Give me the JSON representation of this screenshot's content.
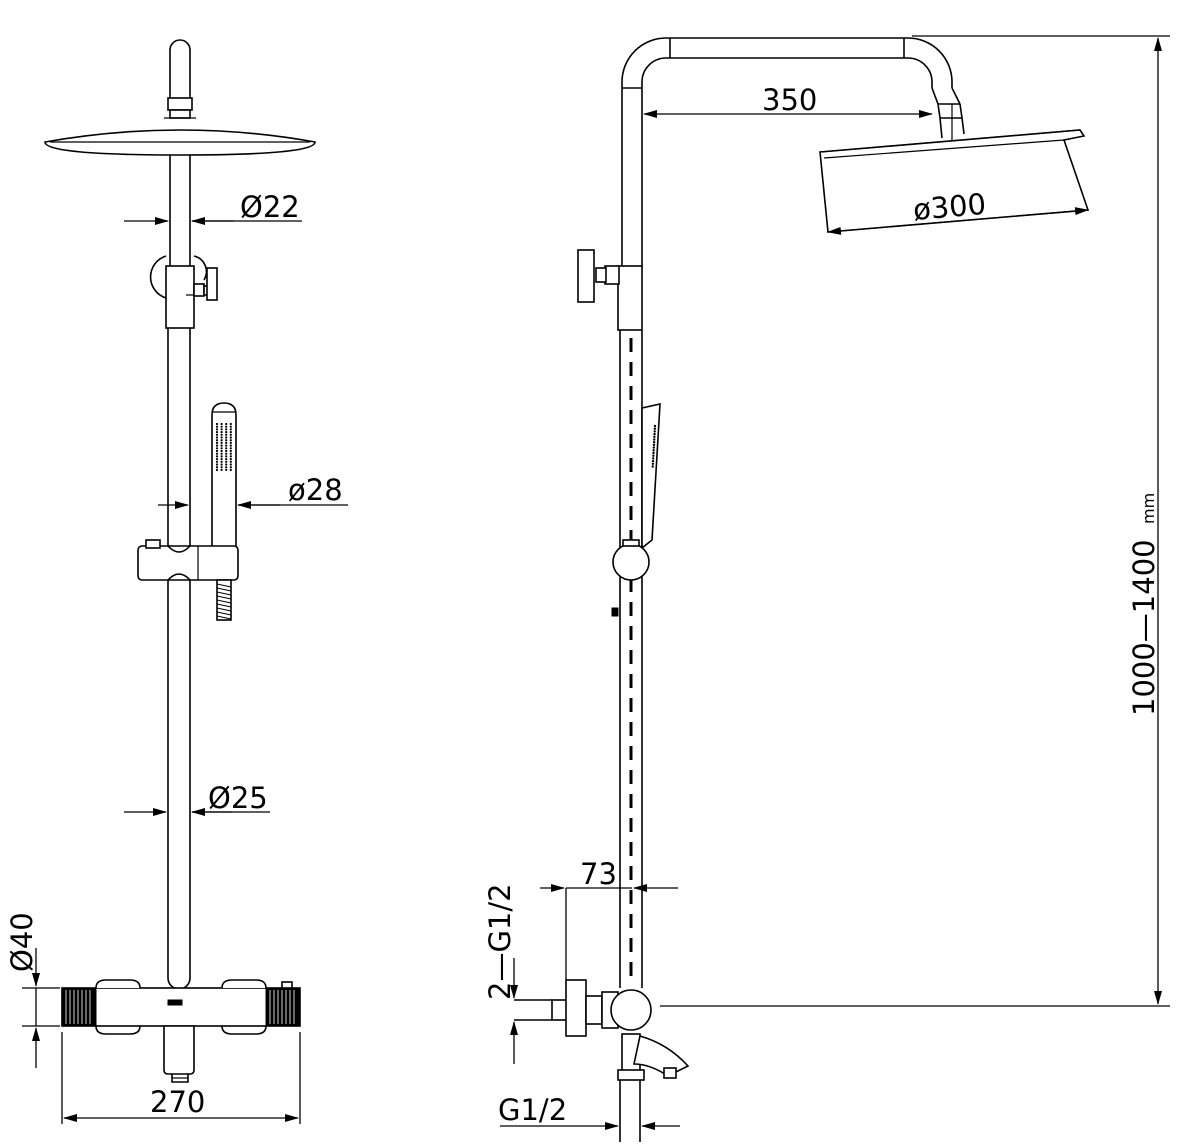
{
  "front_view": {
    "dims": {
      "top_pipe": "Ø22",
      "hand_shower": "ø28",
      "lower_pipe": "Ø25",
      "valve_body": "Ø40",
      "width": "270"
    }
  },
  "side_view": {
    "dims": {
      "arm_reach": "350",
      "head_diameter": "ø300",
      "height_range": "1000—1400",
      "height_unit": "mm",
      "offset": "73",
      "inlets": "2—G1/2",
      "outlet": "G1/2"
    }
  }
}
